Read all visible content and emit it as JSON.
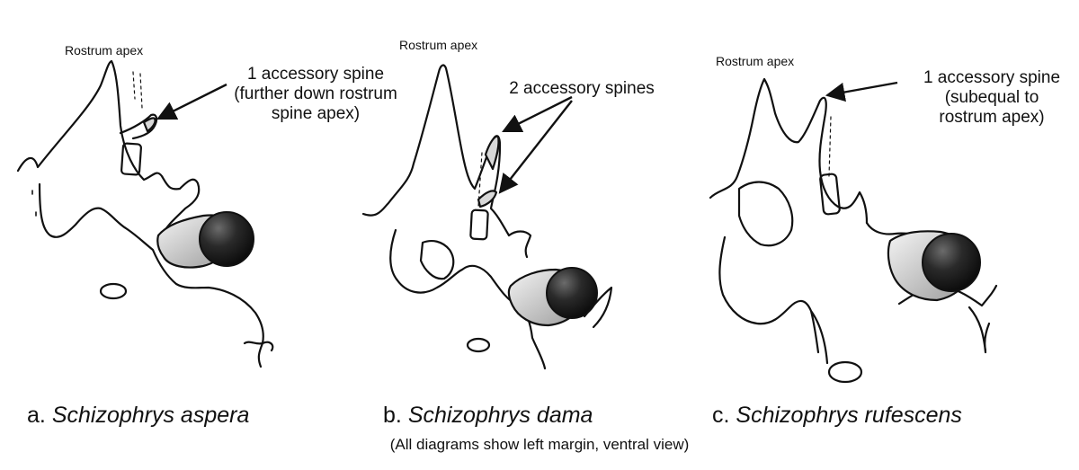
{
  "panels": [
    {
      "letter": "a.",
      "species": "Schizophrys aspera",
      "apex_label": "Rostrum apex",
      "note_lines": [
        "1 accessory spine",
        "(further down rostrum",
        "spine apex)"
      ]
    },
    {
      "letter": "b.",
      "species": "Schizophrys dama",
      "apex_label": "Rostrum apex",
      "note_lines": [
        "2 accessory spines"
      ]
    },
    {
      "letter": "c.",
      "species": "Schizophrys rufescens",
      "apex_label": "Rostrum apex",
      "note_lines": [
        "1 accessory spine",
        "(subequal to",
        "rostrum apex)"
      ]
    }
  ],
  "footnote": "(All diagrams show left margin, ventral view)"
}
